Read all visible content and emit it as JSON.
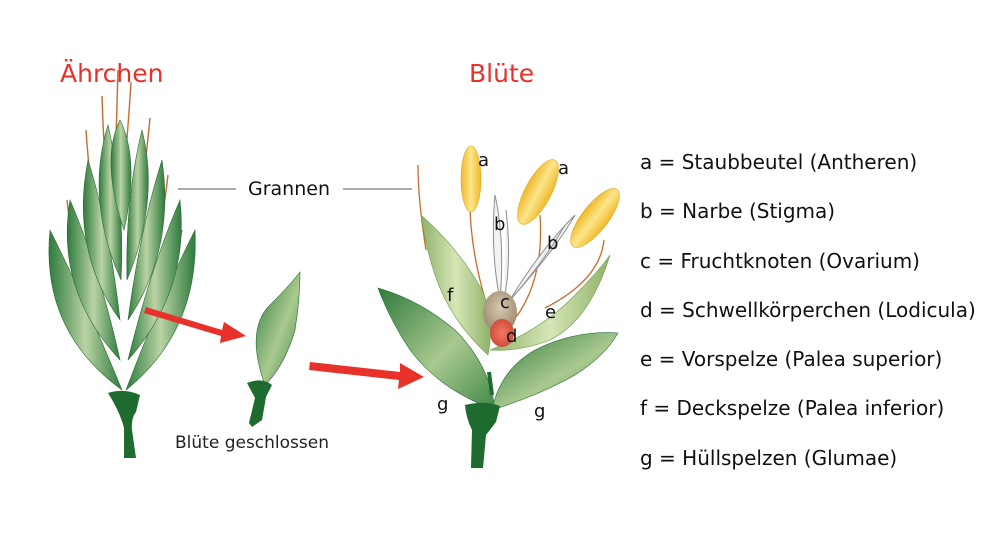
{
  "titles": {
    "spikelet": "Ährchen",
    "flower": "Blüte"
  },
  "awns_label": "Grannen",
  "closed_flower_label": "Blüte geschlossen",
  "part_letters": {
    "anther_1": "a",
    "anther_2": "a",
    "stigma_1": "b",
    "stigma_2": "b",
    "ovary": "c",
    "lodicule": "d",
    "palea": "e",
    "lemma": "f",
    "glume_1": "g",
    "glume_2": "g"
  },
  "legend": [
    "a = Staubbeutel (Antheren)",
    "b = Narbe (Stigma)",
    "c = Fruchtknoten (Ovarium)",
    "d = Schwellkörperchen (Lodicula)",
    "e = Vorspelze (Palea superior)",
    "f = Deckspelze (Palea inferior)",
    "g = Hüllspelzen (Glumae)"
  ],
  "colors": {
    "title": "#e8312a",
    "arrow": "#e8312a",
    "stem": "#1d6b2e",
    "leaf_dark": "#2f7a3c",
    "leaf_light": "#bcd3a6",
    "anther": "#f2c23a",
    "awn": "#c96a2a"
  }
}
